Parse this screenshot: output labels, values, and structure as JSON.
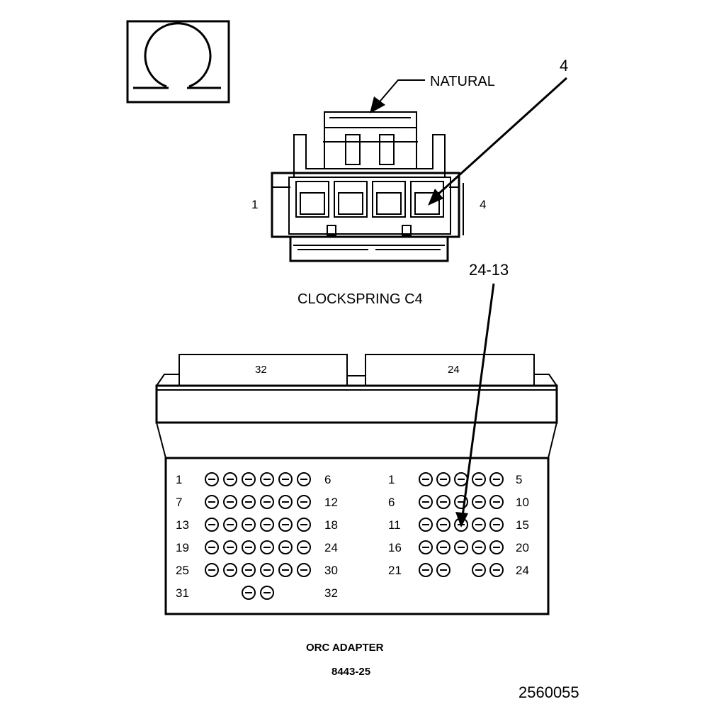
{
  "symbol": {
    "icon": "omega-icon"
  },
  "clockspring": {
    "color_label": "NATURAL",
    "pin_callout": "4",
    "left_pin_label": "1",
    "right_pin_label": "4",
    "title": "CLOCKSPRING C4"
  },
  "adapter": {
    "callout": "24-13",
    "left_header": "32",
    "right_header": "24",
    "left_block": {
      "rows": [
        {
          "start": "1",
          "end": "6",
          "pins": [
            1,
            1,
            1,
            1,
            1,
            1
          ]
        },
        {
          "start": "7",
          "end": "12",
          "pins": [
            1,
            1,
            1,
            1,
            1,
            1
          ]
        },
        {
          "start": "13",
          "end": "18",
          "pins": [
            1,
            1,
            1,
            1,
            1,
            1
          ]
        },
        {
          "start": "19",
          "end": "24",
          "pins": [
            1,
            1,
            1,
            1,
            1,
            1
          ]
        },
        {
          "start": "25",
          "end": "30",
          "pins": [
            1,
            1,
            1,
            1,
            1,
            1
          ]
        },
        {
          "start": "31",
          "end": "32",
          "pins": [
            0,
            0,
            1,
            1,
            0,
            0
          ]
        }
      ]
    },
    "right_block": {
      "rows": [
        {
          "start": "1",
          "end": "5",
          "pins": [
            1,
            1,
            1,
            1,
            1
          ]
        },
        {
          "start": "6",
          "end": "10",
          "pins": [
            1,
            1,
            1,
            1,
            1
          ]
        },
        {
          "start": "11",
          "end": "15",
          "pins": [
            1,
            1,
            1,
            1,
            1
          ]
        },
        {
          "start": "16",
          "end": "20",
          "pins": [
            1,
            1,
            1,
            1,
            1
          ]
        },
        {
          "start": "21",
          "end": "24",
          "pins": [
            1,
            1,
            0,
            1,
            1
          ]
        }
      ]
    },
    "title": "ORC ADAPTER",
    "part_number": "8443-25"
  },
  "figure_id": "2560055"
}
